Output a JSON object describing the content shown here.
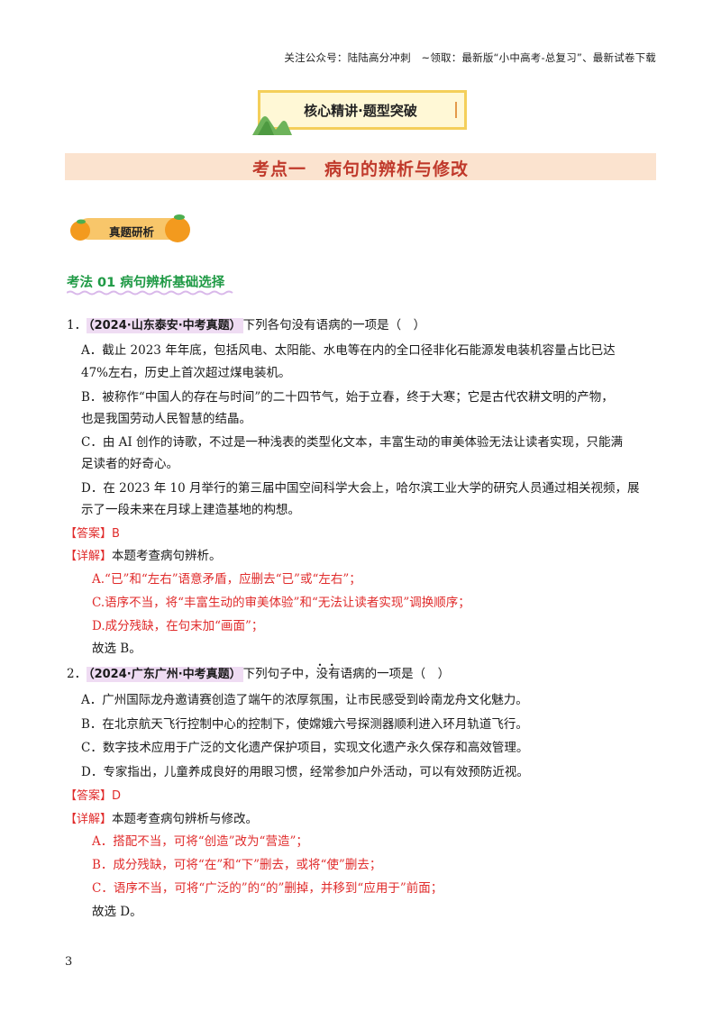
{
  "header": {
    "note": "关注公众号：陆陆高分冲刺　~领取：最新版“小中高考-总复习”、最新试卷下载"
  },
  "banner": {
    "title": "核心精讲·题型突破"
  },
  "section": {
    "title": "考点一　病句的辨析与修改"
  },
  "tag": {
    "label": "真题研析"
  },
  "method": {
    "title": "考法 01 病句辨析基础选择"
  },
  "q1": {
    "num": "1．",
    "source": "（2024·山东泰安·中考真题）",
    "stem": "下列各句没有语病的一项是（　）",
    "options": [
      "A．截止 2023 年年底，包括风电、太阳能、水电等在内的全口径非化石能源发电装机容量占比已达",
      "47%左右，历史上首次超过煤电装机。",
      "B．被称作“中国人的存在与时间”的二十四节气，始于立春，终于大寒；它是古代农耕文明的产物，",
      "也是我国劳动人民智慧的结晶。",
      "C．由 AI 创作的诗歌，不过是一种浅表的类型化文本，丰富生动的审美体验无法让读者实现，只能满",
      "足读者的好奇心。",
      "D．在 2023 年 10 月举行的第三届中国空间科学大会上，哈尔滨工业大学的研究人员通过相关视频，展",
      "示了一段未来在月球上建造基地的构想。"
    ],
    "answer_label": "【答案】",
    "answer": "B",
    "detail_label": "【详解】",
    "detail_intro": "本题考查病句辨析。",
    "detail": [
      "A.“已”和“左右”语意矛盾，应删去“已”或“左右”；",
      "C.语序不当，将“丰富生动的审美体验”和“无法让读者实现”调换顺序；",
      "D.成分残缺，在句末加“画面”；"
    ],
    "conclusion": "故选 B。"
  },
  "q2": {
    "num": "2．",
    "source": "（2024·广东广州·中考真题）",
    "stem_pre": "下列句子中，",
    "stem_mark": "没有",
    "stem_post": "语病的一项是（　）",
    "options": [
      "A．广州国际龙舟邀请赛创造了端午的浓厚氛围，让市民感受到岭南龙舟文化魅力。",
      "B．在北京航天飞行控制中心的控制下，使嫦娥六号探测器顺利进入环月轨道飞行。",
      "C．数字技术应用于广泛的文化遗产保护项目，实现文化遗产永久保存和高效管理。",
      "D．专家指出，儿童养成良好的用眼习惯，经常参加户外活动，可以有效预防近视。"
    ],
    "answer_label": "【答案】",
    "answer": "D",
    "detail_label": "【详解】",
    "detail_intro": "本题考查病句辨析与修改。",
    "detail": [
      "A．搭配不当，可将“创造”改为“营造”；",
      "B．成分残缺，可将“在”和“下”删去，或将“使”删去；",
      "C．语序不当，可将“广泛的”的“的”删掉，并移到“应用于”前面；"
    ],
    "conclusion": "故选 D。"
  },
  "footer": {
    "page": "3"
  },
  "colors": {
    "section_bg": "#fbe3cf",
    "section_text": "#c0392b",
    "method_green": "#1f9a45",
    "answer_red": "#e02b2b",
    "source_bg": "#efdcf3",
    "tag_bg": "#f8c66a"
  }
}
